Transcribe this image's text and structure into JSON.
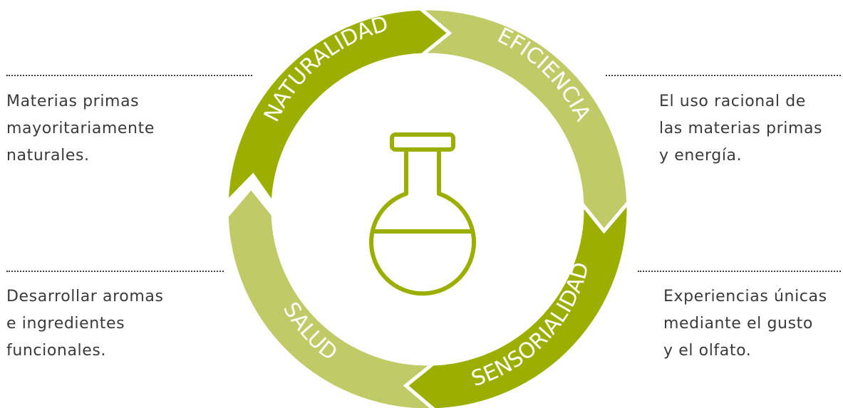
{
  "cycle": {
    "segments": [
      {
        "label": "NATURALIDAD",
        "color": "#9caf00"
      },
      {
        "label": "EFICIENCIA",
        "color": "#c0cb67"
      },
      {
        "label": "SENSORIALIDAD",
        "color": "#9caf00"
      },
      {
        "label": "SALUD",
        "color": "#c0cb67"
      }
    ],
    "center_icon": "flask-icon",
    "icon_color": "#9caf00"
  },
  "descriptions": {
    "naturalidad": [
      "Materias primas",
      "mayoritariamente",
      "naturales."
    ],
    "eficiencia": [
      "El uso racional de",
      "las materias primas",
      "y energía."
    ],
    "salud": [
      "Desarrollar aromas",
      "e ingredientes",
      "funcionales."
    ],
    "sensorialidad": [
      "Experiencias únicas",
      "mediante el gusto",
      "y el olfato."
    ]
  }
}
